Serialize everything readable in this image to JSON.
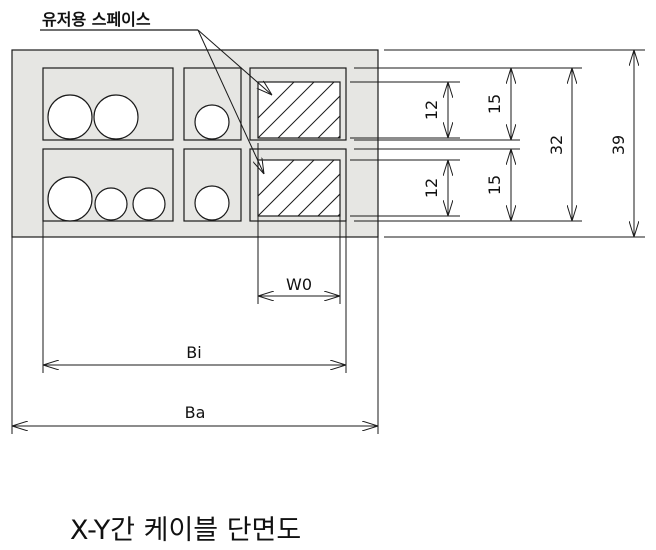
{
  "diagram": {
    "label_free_space": "유저용 스페이스",
    "dim_12_top": "12",
    "dim_15_top": "15",
    "dim_12_bottom": "12",
    "dim_15_bottom": "15",
    "dim_32": "32",
    "dim_39": "39",
    "label_w0": "W0",
    "label_bi": "Bi",
    "label_ba": "Ba",
    "caption": "X-Y간 케이블 단면도"
  },
  "colors": {
    "housing_fill": "#e6e6e3",
    "line": "#1a1a1a"
  }
}
